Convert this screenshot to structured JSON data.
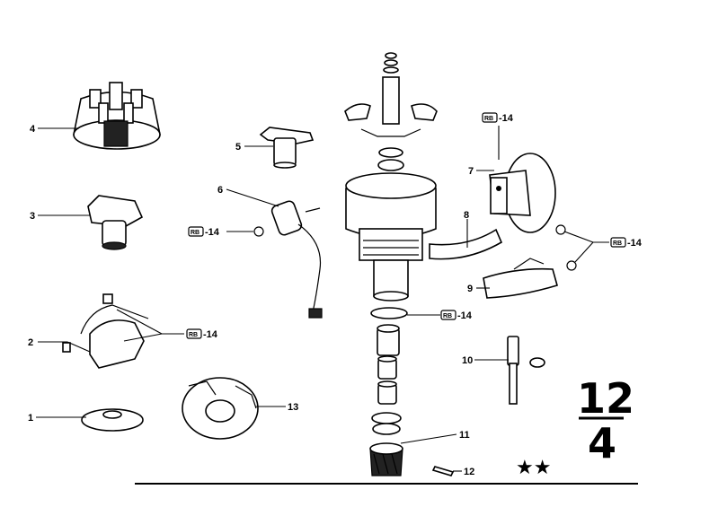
{
  "labels": {
    "p1": "1",
    "p2": "2",
    "p3": "3",
    "p4": "4",
    "p5": "5",
    "p6": "6",
    "p7": "7",
    "p8": "8",
    "p9": "9",
    "p10": "10",
    "p11": "11",
    "p12": "12",
    "p13": "13"
  },
  "refs": {
    "rb": "RB",
    "ref14": "-14"
  },
  "page_number": {
    "top": "12",
    "bottom": "4"
  },
  "stars": "★★"
}
